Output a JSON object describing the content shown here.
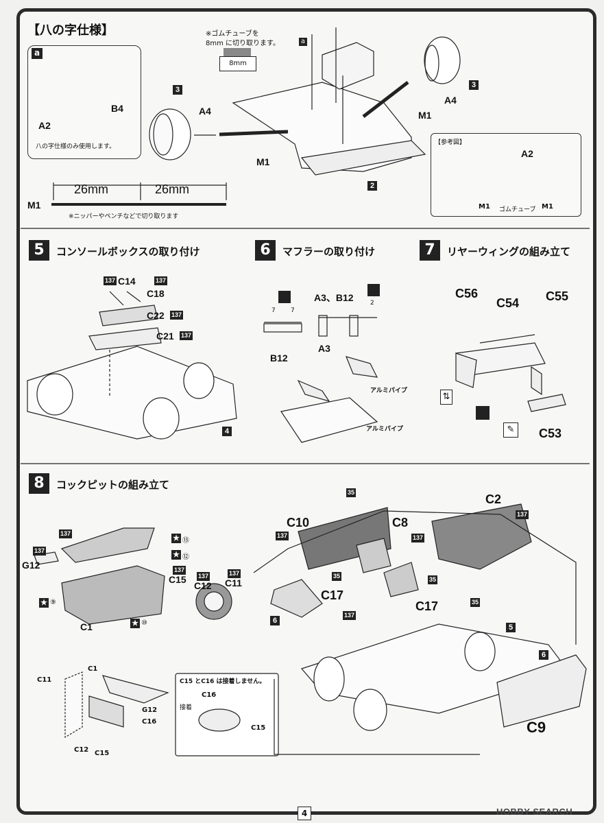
{
  "page": {
    "number": "4",
    "watermark": "HOBBY SEARCH"
  },
  "hachi": {
    "title": "【八の字仕様】",
    "tube_note_line1": "※ゴムチューブを",
    "tube_note_line2": "8mm に切り取ります。",
    "tube_len": "8mm",
    "subbox": {
      "tag": "a",
      "a2": "A2",
      "b4": "B4",
      "note": "八の字仕様のみ使用します。"
    },
    "labels": {
      "a_tag": "a",
      "m1_top": "M1",
      "a4_right": "A4",
      "ref3_right": "3",
      "ref3_left": "3",
      "a4_left": "A4",
      "m1_left": "M1",
      "ref2": "2"
    },
    "reference": {
      "title": "【参考図】",
      "a2": "A2",
      "m1_left": "M1",
      "tube": "ゴムチューブ",
      "m1_right": "M1"
    },
    "ruler": {
      "m1": "M1",
      "seg1": "26mm",
      "seg2": "26mm",
      "note": "※ニッパーやペンチなどで切り取ります"
    }
  },
  "step5": {
    "num": "5",
    "title": "コンソールボックスの取り付け",
    "parts": {
      "c14_code": "137",
      "c14": "C14",
      "c18_code": "137",
      "c18": "C18",
      "c22": "C22",
      "c22_code": "137",
      "c21": "C21",
      "c21_code": "137",
      "ref4": "4"
    }
  },
  "step6": {
    "num": "6",
    "title": "マフラーの取り付け",
    "parts": {
      "dim7a": "7",
      "dim7b": "7",
      "a3b12": "A3、B12",
      "dim2": "2",
      "b12": "B12",
      "a3": "A3",
      "pipe1": "アルミパイプ",
      "pipe2": "アルミパイプ"
    }
  },
  "step7": {
    "num": "7",
    "title": "リヤーウィングの組み立て",
    "parts": {
      "c56": "C56",
      "c54": "C54",
      "c55": "C55",
      "c53": "C53"
    }
  },
  "step8": {
    "num": "8",
    "title": "コックピットの組み立て",
    "left": {
      "p137": "137",
      "g12": "G12",
      "g12_code": "137",
      "s13": "⑬",
      "s12": "⑫",
      "s9": "⑨",
      "c15_code": "137",
      "c15": "C15",
      "c12_code": "137",
      "c12": "C12",
      "c11_code": "137",
      "c11": "C11",
      "c1": "C1",
      "s10": "⑩"
    },
    "bottom": {
      "c1": "C1",
      "c11": "C11",
      "g12": "G12",
      "c16": "C16",
      "c12": "C12",
      "c15": "C15",
      "note": "C15 とC16 は接着しません。",
      "c16b": "C16",
      "glue": "接着",
      "c15b": "C15"
    },
    "right": {
      "c10": "C10",
      "c10_code": "137",
      "top_code": "35",
      "c8": "C8",
      "c8_code": "137",
      "c2": "C2",
      "c2_code": "137",
      "seat35a": "35",
      "seat35b": "35",
      "c17a": "C17",
      "c17_code": "137",
      "c17b": "C17",
      "code35": "35",
      "ref6a": "6",
      "ref5": "5",
      "ref6b": "6",
      "c9": "C9"
    }
  }
}
